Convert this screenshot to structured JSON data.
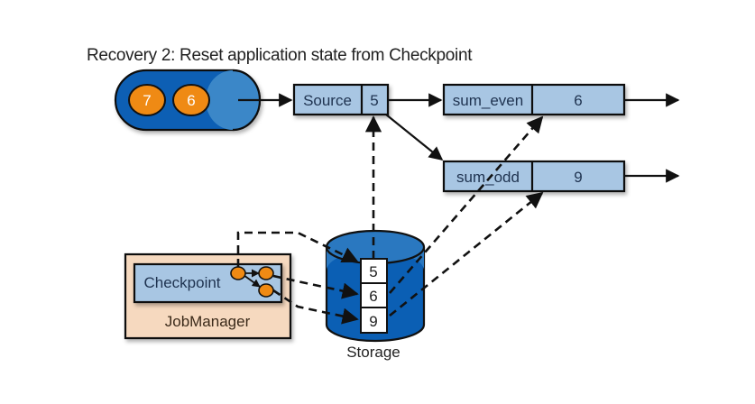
{
  "title": "Recovery 2: Reset application state from Checkpoint",
  "input_queue": {
    "events": [
      "7",
      "6"
    ]
  },
  "source": {
    "label": "Source",
    "value": "5"
  },
  "sum_even": {
    "label": "sum_even",
    "value": "6"
  },
  "sum_odd": {
    "label": "sum_odd",
    "value": "9"
  },
  "job_manager": {
    "label": "JobManager",
    "checkpoint_label": "Checkpoint"
  },
  "storage": {
    "label": "Storage",
    "cells": [
      "5",
      "6",
      "9"
    ]
  },
  "colors": {
    "queue_blue": "#0b5fb4",
    "box_fill": "#a8c6e3",
    "event_orange": "#ef8a14",
    "job_manager_fill": "#f6d9bf",
    "storage_blue": "#0b5fb4"
  }
}
